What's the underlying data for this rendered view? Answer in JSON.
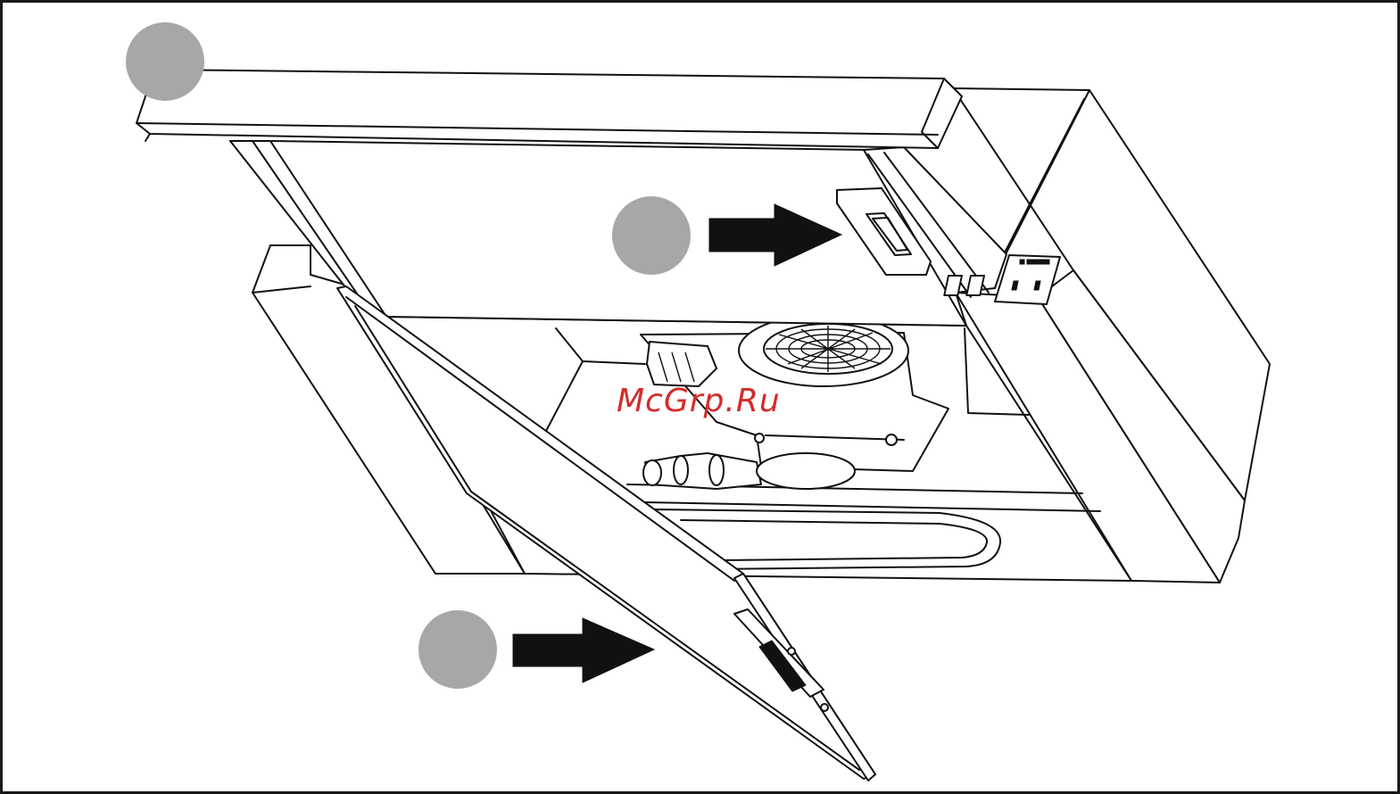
{
  "watermark": {
    "text": "McGrp.Ru",
    "color": "#d42b2b"
  },
  "markers": [
    {
      "name": "step-marker-1",
      "color": "#a7a7a7"
    },
    {
      "name": "step-marker-2",
      "color": "#a7a7a7"
    },
    {
      "name": "step-marker-3",
      "color": "#a7a7a7"
    }
  ],
  "arrows": [
    {
      "name": "arrow-to-filter-handle",
      "direction": "right",
      "color": "#111111"
    },
    {
      "name": "arrow-to-front-panel",
      "direction": "right",
      "color": "#111111"
    }
  ],
  "colors": {
    "line": "#111111",
    "background": "#ffffff",
    "border": "#1a1a1a"
  }
}
